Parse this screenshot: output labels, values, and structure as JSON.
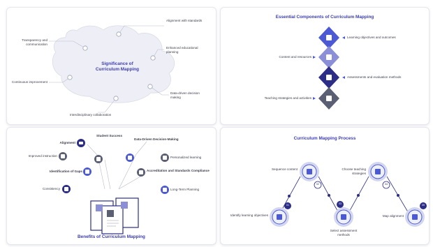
{
  "panel1": {
    "center_title": "Significance of Curriculum Mapping",
    "points": [
      "Alignment with standards",
      "Enhanced educational planning",
      "Data-driven decision making",
      "Interdisciplinary collaboration",
      "Continuous improvement",
      "Transparency and communication"
    ]
  },
  "panel2": {
    "title": "Essential Components of Curriculum Mapping",
    "items": [
      "Learning objectives and outcomes",
      "Content and resources",
      "Assessments and evaluation methods",
      "Teaching strategies and activities"
    ]
  },
  "panel3": {
    "title": "Benefits of Curriculum Mapping",
    "left": [
      "Alignment",
      "Improved instruction",
      "Identification of Gaps",
      "Consistency"
    ],
    "center": [
      "Student Success",
      "Accreditation and Standards Compliance"
    ],
    "right": [
      "Data-Driven Decision-Making",
      "Personalized learning",
      "Long-Term Planning"
    ]
  },
  "panel4": {
    "title": "Curriculum Mapping Process",
    "steps": [
      {
        "num": "01",
        "label": "Identify learning objectives"
      },
      {
        "num": "02",
        "label": "Sequence content"
      },
      {
        "num": "03",
        "label": "Select assessment methods"
      },
      {
        "num": "04",
        "label": "Choose teaching strategies"
      },
      {
        "num": "05",
        "label": "Map alignment"
      }
    ]
  },
  "colors": {
    "navy": "#2b2d86",
    "blue": "#4c59d4",
    "slate": "#5b5f73",
    "lavender": "#8a8fd8"
  }
}
